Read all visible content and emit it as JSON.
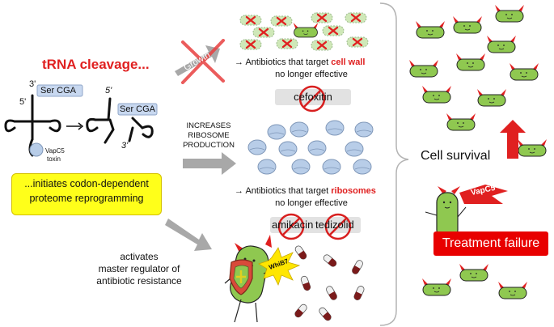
{
  "left": {
    "title": "tRNA cleavage...",
    "trna": {
      "three_prime_top": "3'",
      "five_prime_left": "5'",
      "anticodon_label": "Ser CGA",
      "toxin_name": "VapC5",
      "toxin_word": "toxin",
      "frag_five_prime": "5'",
      "frag_three_prime": "3'",
      "frag_anticodon_label": "Ser CGA"
    },
    "initiates_line1": "...initiates codon-dependent",
    "initiates_line2": "proteome reprogramming",
    "activates_line1": "activates",
    "activates_line2": "master regulator of",
    "activates_line3": "antibiotic resistance"
  },
  "middle": {
    "growth_label": "Growth",
    "cellwall_prefix": "→ Antibiotics that target ",
    "cellwall_emph": "cell wall",
    "cellwall_line2": "no longer effective",
    "cellwall_drug": "cefoxitin",
    "ribosome_prod_line1": "INCREASES",
    "ribosome_prod_line2": "RIBOSOME",
    "ribosome_prod_line3": "PRODUCTION",
    "ribosome_prefix": "→ Antibiotics that target ",
    "ribosome_emph": "ribosomes",
    "ribosome_line2": "no longer effective",
    "ribosome_drug1": "amikacin",
    "ribosome_drug2": "tedizolid",
    "whib_label": "WhiB7"
  },
  "right": {
    "cell_survival": "Cell survival",
    "vapc5_flag": "VapC5",
    "treatment_failure": "Treatment failure"
  },
  "colors": {
    "red": "#e02020",
    "yellow": "#ffff1a",
    "cell_green": "#8fc850",
    "ribosome_blue": "#b8cde8",
    "gray_arrow": "#a8a8a8"
  }
}
